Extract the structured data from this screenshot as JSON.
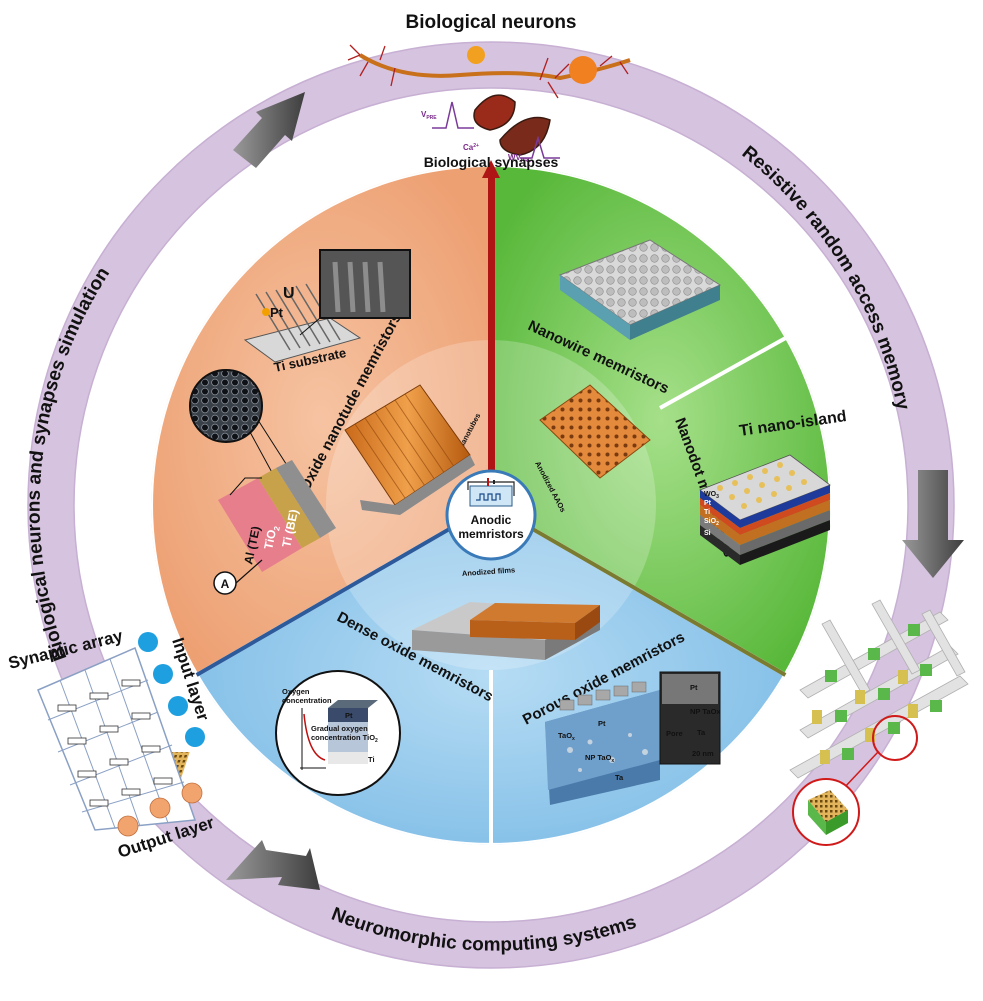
{
  "ring": {
    "top": "Biological neurons",
    "right": "Resistive random access memory",
    "bottom": "Neuromorphic computing systems",
    "left": "Biological neurons and synapses simulation"
  },
  "top_panel": {
    "synapses_label": "Biological synapses",
    "v_pre": "V",
    "v_pre_sub": "PRE",
    "ion": "Ca",
    "wv_pre": "WV",
    "wv_pre_sub": "PRE"
  },
  "center": {
    "title": "Anodic",
    "title2": "memristors",
    "ring_nanotubes": "Anodized nanotubes",
    "ring_aaos": "Anodized AAOs",
    "ring_films": "Anodized films"
  },
  "orange_sector": {
    "title": "Oxide nanotude memristors",
    "ti_substrate": "Ti substrate",
    "pt": "Pt",
    "u": "U",
    "al_te": "Al (TE)",
    "tio2": "TiO",
    "ti_be": "Ti (BE)"
  },
  "green_sector": {
    "nanowire_title": "Nanowire memristors",
    "nanodot_title": "Nanodot memristors",
    "ti_nano_island": "Ti nano-island",
    "layers": [
      "WO",
      "Pt",
      "Ti",
      "SiO",
      "Si"
    ]
  },
  "blue_sector": {
    "dense_title": "Dense oxide memristors",
    "porous_title": "Porous oxide memristors",
    "oxygen_conc": "Oxygen",
    "oxygen_conc2": "concentration",
    "pt": "Pt",
    "gradual": "Gradual oxygen",
    "gradual2": "concentration TiO",
    "ti": "Ti",
    "taox": "TaO",
    "np_taox": "NP TaO",
    "ta": "Ta",
    "pore": "Pore",
    "scale": "20 nm"
  },
  "left_network": {
    "synaptic_array": "Synaptic array",
    "input_layer": "Input layer",
    "output_layer": "Output layer"
  },
  "colors": {
    "ring": "#d6c3df",
    "orange": "#efa67a",
    "green": "#6cc34c",
    "blue": "#8cc6ea",
    "arrow": "#6a6a6a",
    "red_arrow": "#b01515",
    "input_node": "#1e9fe0",
    "output_node": "#f2a46e"
  }
}
